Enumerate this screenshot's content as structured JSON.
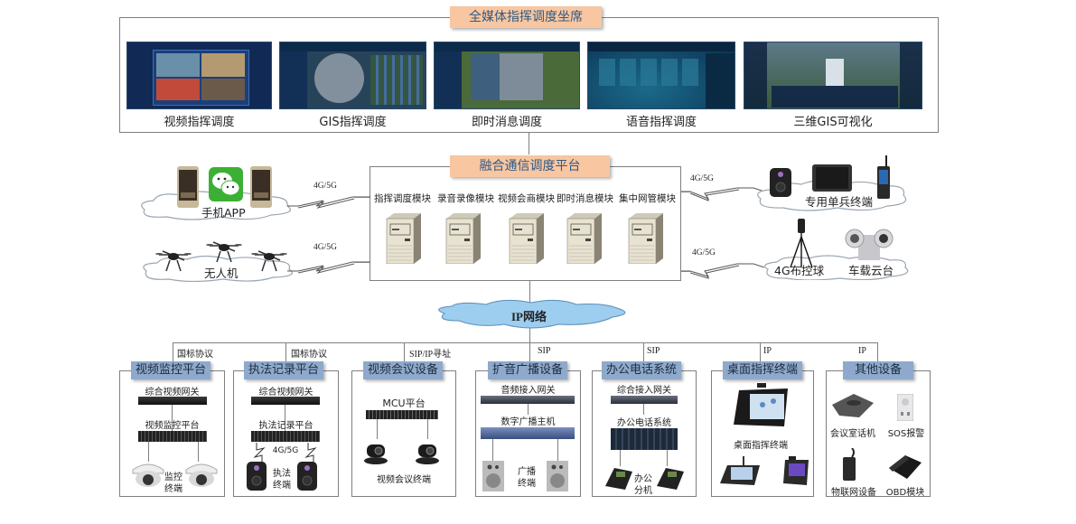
{
  "top_section": {
    "title": "全媒体指挥调度坐席",
    "screens": [
      {
        "label": "视频指挥调度"
      },
      {
        "label": "GIS指挥调度"
      },
      {
        "label": "即时消息调度"
      },
      {
        "label": "语音指挥调度"
      },
      {
        "label": "三维GIS可视化"
      }
    ]
  },
  "platform": {
    "title": "融合通信调度平台",
    "modules": [
      "指挥调度模块",
      "录音录像模块",
      "视频会商模块",
      "即时消息模块",
      "集中网管模块"
    ]
  },
  "left_clouds": [
    {
      "label": "手机APP",
      "link": "4G/5G"
    },
    {
      "label": "无人机",
      "link": "4G/5G"
    }
  ],
  "right_clouds": [
    {
      "label": "专用单兵终端",
      "link": "4G/5G"
    },
    {
      "label": "4G布控球",
      "label2": "车载云台",
      "link": "4G/5G"
    }
  ],
  "network": {
    "label": "IP网络"
  },
  "subsystems": [
    {
      "title": "视频监控平台",
      "protocol": "国标协议",
      "items": [
        "综合视频网关",
        "视频监控平台",
        "监控\n终端"
      ]
    },
    {
      "title": "执法记录平台",
      "protocol": "国标协议",
      "items": [
        "综合视频网关",
        "执法记录平台",
        "4G/5G",
        "执法\n终端"
      ]
    },
    {
      "title": "视频会议设备",
      "protocol": "SIP/IP寻址",
      "items": [
        "MCU平台",
        "视频会议终端"
      ]
    },
    {
      "title": "扩音广播设备",
      "protocol": "SIP",
      "items": [
        "音频接入网关",
        "数字广播主机",
        "广播\n终端"
      ]
    },
    {
      "title": "办公电话系统",
      "protocol": "SIP",
      "items": [
        "综合接入网关",
        "办公电话系统",
        "办公\n分机"
      ]
    },
    {
      "title": "桌面指挥终端",
      "protocol": "IP",
      "items": [
        "桌面指挥终端"
      ]
    },
    {
      "title": "其他设备",
      "protocol": "IP",
      "items": [
        "会议室话机",
        "SOS报警",
        "物联网设备",
        "OBD模块"
      ]
    }
  ],
  "colors": {
    "orange_title": "#f8c6a0",
    "blue_title": "#8ea9cc",
    "cloud_blue": "#9dcdef",
    "frame": "#7f7f7f"
  }
}
